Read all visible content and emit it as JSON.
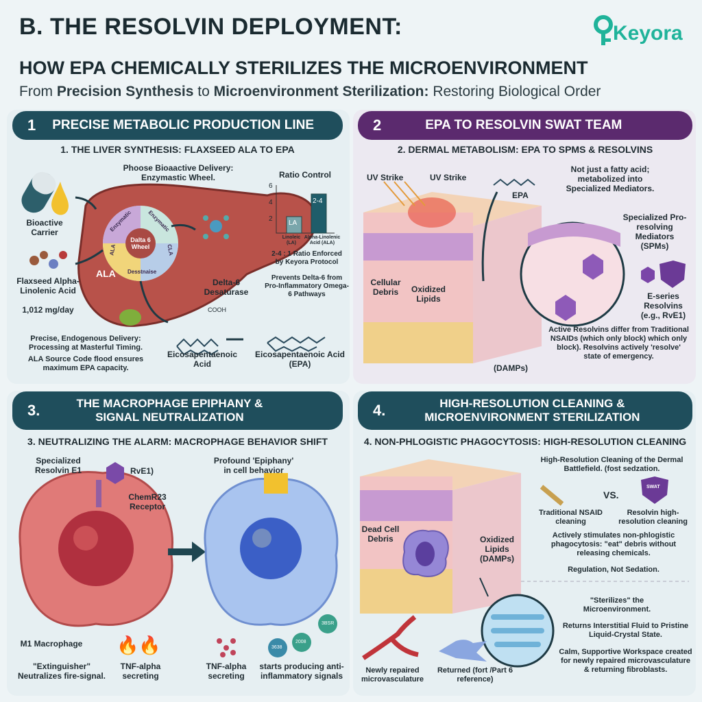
{
  "header": {
    "title1": "B. THE RESOLVIN DEPLOYMENT:",
    "title2": "HOW EPA CHEMICALLY STERILIZES THE MICROENVIRONMENT",
    "sub_pre": "From ",
    "sub_b1": "Precision Synthesis",
    "sub_mid": " to ",
    "sub_b2": "Microenvironment Sterilization:",
    "sub_post": " Restoring Biological Order",
    "logo": "Keyora"
  },
  "colors": {
    "teal": "#1f4e5c",
    "purple": "#5b2a6e",
    "accent": "#1fb39a"
  },
  "s1": {
    "num": "1",
    "title": "PRECISE METABOLIC PRODUCTION LINE",
    "subtitle": "1. THE LIVER SYNTHESIS: FLAXSEED ALA TO EPA",
    "choose": "Phoose Bioaactive Delivery: Enzymastic Wheel.",
    "carrier": "Bioactive Carrier",
    "flax": "Flaxseed Alpha-Linolenic Acid",
    "dose": "1,012 mg/day",
    "wheel_center": "Dalta 6 Wheel",
    "wheel_segments": [
      "Enzymatic",
      "Enzymatic",
      "Desstnaise",
      "ALA",
      "CLA"
    ],
    "ala": "ALA",
    "delta": "Delta-6 Desaturase",
    "ratio_title": "Ratio Control",
    "ratio_ticks": [
      "2",
      "4",
      "6"
    ],
    "ratio_bars": [
      {
        "label": "LA",
        "axis": "Linoleic (LA)",
        "value": 2
      },
      {
        "label": "2-4",
        "axis": "Alpha-Linolenic Acid (ALA)",
        "value": 5
      }
    ],
    "ratio_note": "2-4 : 1 Ratio Enforced by Keyora Protocol",
    "prevents": "Prevents Delta-6 from Pro-Inflammatory Omega-6 Pathways",
    "cooh": "COOH",
    "mol1": "Eicosapentaenoic Acid",
    "mol2": "Eicosapentaenoic Acid (EPA)",
    "precise": "Precise, Endogenous Delivery: Processing at Masterful Timing.",
    "source": "ALA Source Code flood ensures maximum EPA capacity."
  },
  "s2": {
    "num": "2",
    "title": "EPA TO RESOLVIN SWAT TEAM",
    "subtitle": "2. DERMAL METABOLISM: EPA TO SPMS & RESOLVINS",
    "uv1": "UV Strike",
    "uv2": "UV Strike",
    "epa": "EPA",
    "not_just": "Not just a fatty acid; metabolized into Specialized Mediators.",
    "spm": "Specialized Pro-resolving Mediators (SPMs)",
    "eseries": "E-series Resolvins (e.g., RvE1)",
    "debris": "Cellular Debris",
    "lipids": "Oxidized Lipids",
    "damps": "(DAMPs)",
    "active": "Active Resolvins differ from Traditional NSAIDs (which only block) which only block). Resolvins actively 'resolve' state of emergency."
  },
  "s3": {
    "num": "3.",
    "title": "THE MACROPHAGE EPIPHANY & SIGNAL NEUTRALIZATION",
    "subtitle": "3. NEUTRALIZING THE ALARM: MACROPHAGE BEHAVIOR SHIFT",
    "resolvin": "Specialized Resolvin E1",
    "rve1": "RvE1)",
    "receptor": "ChemR23 Receptor",
    "epiphany": "Profound 'Epiphany' in cell behavior",
    "m1": "M1 Macrophage",
    "extinguisher": "\"Extinguisher\" Neutralizes fire-signal.",
    "tnf1": "TNF-alpha secreting",
    "tnf2": "TNF-alpha secreting",
    "anti": "starts producing anti-inflammatory signals",
    "bubbles": [
      "3638",
      "3BSR",
      "2008"
    ]
  },
  "s4": {
    "num": "4.",
    "title": "HIGH-RESOLUTION CLEANING & MICROENVIRONMENT STERILIZATION",
    "subtitle": "4. NON-PHLOGISTIC PHAGOCYTOSIS: HIGH-RESOLUTION CLEANING",
    "hr": "High-Resolution Cleaning of the Dermal Battlefield. (fost sedzation.",
    "vs": "VS.",
    "swat": "SWAT",
    "nsaid": "Traditional NSAID cleaning",
    "resolvin": "Resolvin high-resolution cleaning",
    "actively": "Actively stimulates non-phlogistic phagocytosis: \"eat\" debris without releasing chemicals.",
    "regulation": "Regulation, Not Sedation.",
    "dead": "Dead Cell Debris",
    "lipids": "Oxidized Lipids (DAMPs)",
    "sterilizes": "\"Sterilizes\" the Microenvironment.",
    "returns": "Returns Interstitial Fluid to Pristine Liquid-Crystal State.",
    "calm": "Calm, Supportive Workspace created for newly repaired microvasculature & returning fibroblasts.",
    "newly": "Newly repaired microvasculature",
    "returned": "Returned (fort /Part 6 reference)"
  }
}
